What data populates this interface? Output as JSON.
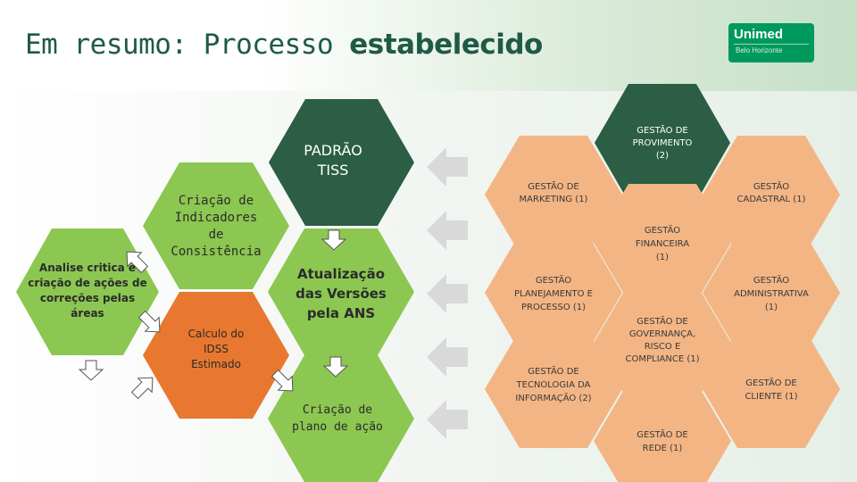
{
  "title": {
    "part1": "Em resumo: Processo ",
    "part2": "estabelecido"
  },
  "logo": {
    "brand": "Unimed",
    "city": "Belo Horizonte"
  },
  "colors": {
    "dark_green": "#2b5e44",
    "light_green": "#8cc751",
    "orange": "#e8782f",
    "peach": "#f3b584",
    "arrow_gray": "#d8d8d8",
    "title": "#1f5a46"
  },
  "process": {
    "padrao_tiss": "PADRÃO TISS",
    "indicadores": "Criação de Indicadores de Consistência",
    "atualizacao": "Atualização das Versões pela ANS",
    "analise": "Analise critica e criação de ações de correções pelas áreas",
    "calculo": "Calculo do IDSS Estimado",
    "plano": "Criação de plano de ação"
  },
  "areas": {
    "provimento": "GESTÃO DE PROVIMENTO (2)",
    "marketing": "GESTÃO DE MARKETING (1)",
    "cadastral": "GESTÃO CADASTRAL (1)",
    "financeira": "GESTÃO FINANCEIRA (1)",
    "planejamento": "GESTÃO PLANEJAMENTO E PROCESSO (1)",
    "administrativa": "GESTÃO ADMINISTRATIVA (1)",
    "governanca": "GESTÃO DE GOVERNANÇA, RISCO E COMPLIANCE (1)",
    "tecnologia": "GESTÃO DE TECNOLOGIA DA INFORMAÇÃO (2)",
    "cliente": "GESTÃO DE CLIENTE (1)",
    "rede": "GESTÃO DE REDE (1)"
  }
}
